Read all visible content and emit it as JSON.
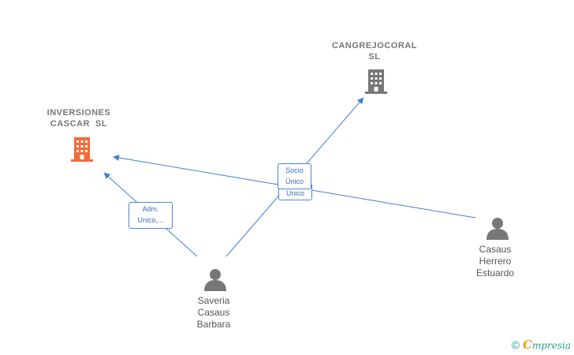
{
  "companies": [
    {
      "id": "inversiones",
      "name_line1": "INVERSIONES",
      "name_line2": "CASCAR  SL",
      "color": "#f26b3a",
      "icon": "building-icon"
    },
    {
      "id": "cangrejocoral",
      "name_line1": "CANGREJOCORAL",
      "name_line2": "SL",
      "color": "#777777",
      "icon": "building-icon"
    }
  ],
  "persons": [
    {
      "id": "saveria",
      "line1": "Saveria",
      "line2": "Casaus",
      "line3": "Barbara",
      "icon": "person-icon"
    },
    {
      "id": "casaus",
      "line1": "Casaus",
      "line2": "Herrero",
      "line3": "Estuardo",
      "icon": "person-icon"
    }
  ],
  "edge_labels": {
    "adm": {
      "line1": "Adm.",
      "line2": "Unico,..."
    },
    "socio": {
      "line1": "Socio",
      "line2": "Único",
      "line3": "Unico"
    }
  },
  "colors": {
    "edge": "#3f7fd6",
    "company_main": "#f26b3a",
    "company_other": "#777777",
    "person": "#777777"
  },
  "watermark": {
    "symbol": "©",
    "brand_initial": "C",
    "brand_rest": "mpresia"
  }
}
